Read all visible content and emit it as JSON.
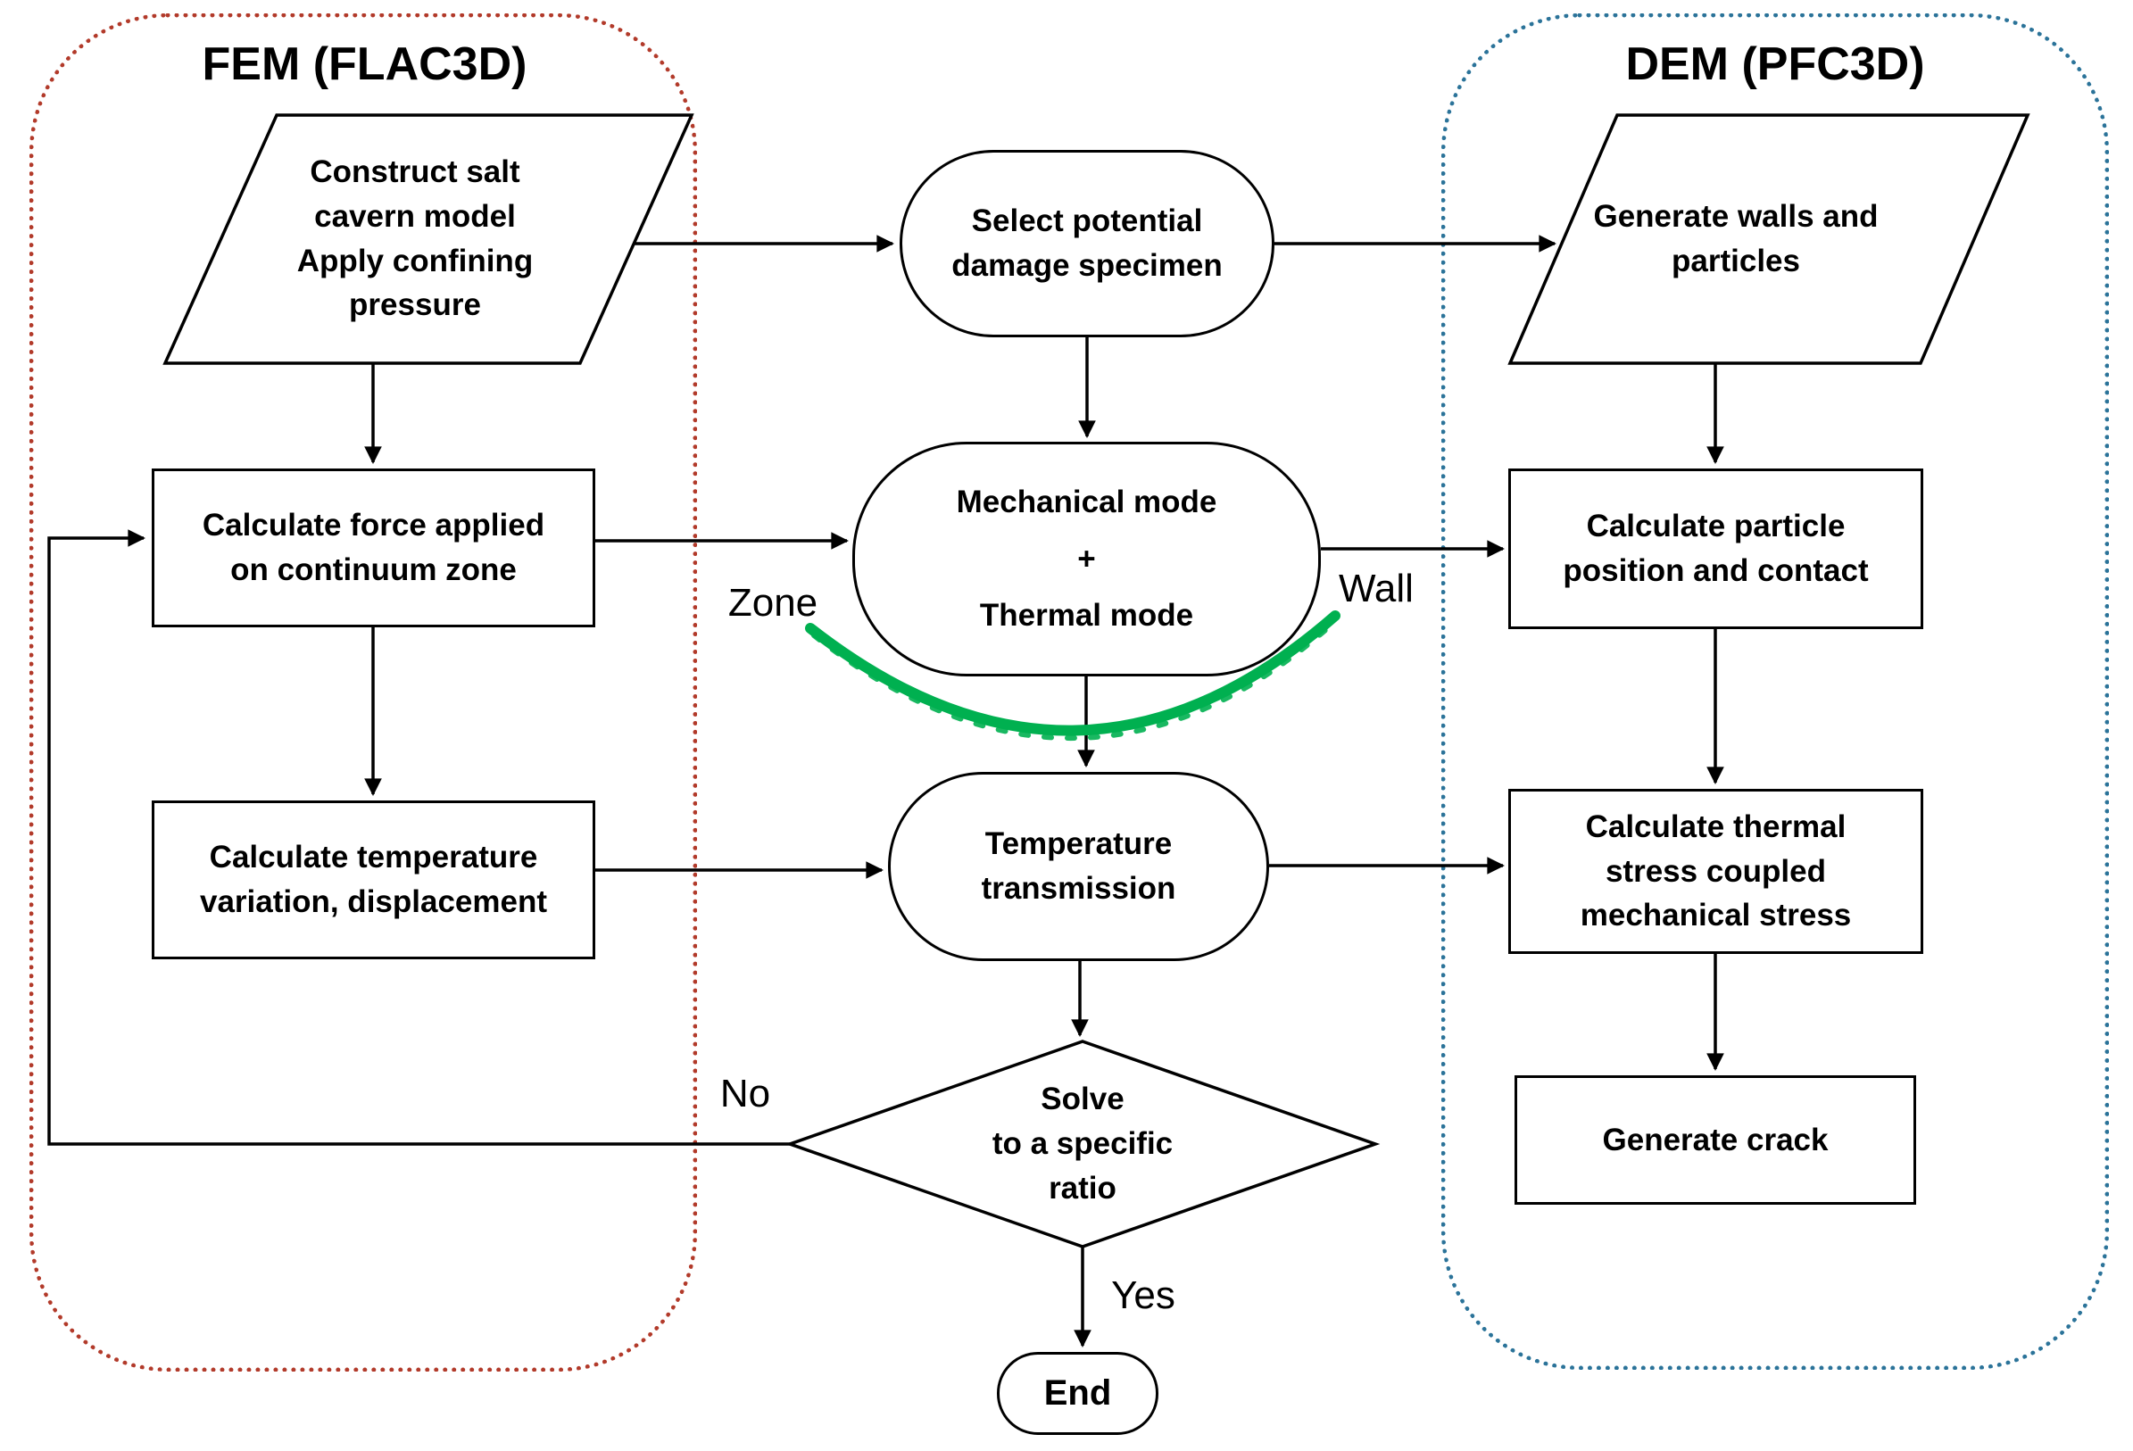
{
  "fem": {
    "title": "FEM (FLAC3D)",
    "construct": "Construct salt\ncavern model\nApply confining\npressure",
    "force": "Calculate force applied\non continuum zone",
    "temperature": "Calculate temperature\nvariation, displacement"
  },
  "dem": {
    "title": "DEM (PFC3D)",
    "walls": "Generate walls and\nparticles",
    "particle": "Calculate particle\nposition and contact",
    "thermal": "Calculate thermal\nstress coupled\nmechanical stress",
    "crack": "Generate crack"
  },
  "pipeline": {
    "select": "Select potential\ndamage specimen",
    "modes": "Mechanical mode\n+\nThermal mode",
    "temperature": "Temperature\ntransmission",
    "decision": "Solve\nto a specific\nratio",
    "end": "End"
  },
  "labels": {
    "zone": "Zone",
    "wall": "Wall",
    "no": "No",
    "yes": "Yes"
  },
  "colors": {
    "fem_border": "#b23a2a",
    "dem_border": "#2b7399",
    "coupling_curve": "#00b050",
    "stroke": "#000000"
  }
}
